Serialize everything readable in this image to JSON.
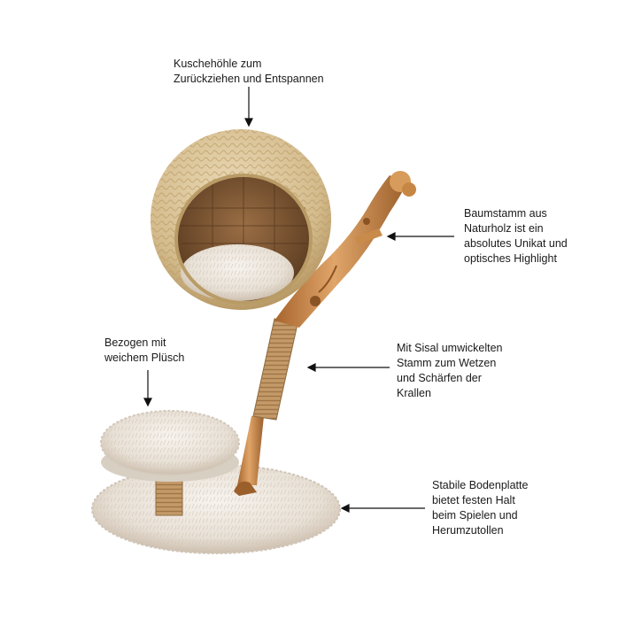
{
  "callouts": {
    "cave": {
      "lines": [
        "Kuschehöhle zum",
        "Zurückziehen und Entspannen"
      ]
    },
    "trunk": {
      "lines": [
        "Baumstamm aus",
        "Naturholz ist ein",
        "absolutes Unikat und",
        "optisches Highlight"
      ]
    },
    "plush": {
      "lines": [
        "Bezogen mit",
        "weichem Plüsch"
      ]
    },
    "sisal": {
      "lines": [
        "Mit Sisal umwickelten",
        "Stamm zum Wetzen",
        "und Schärfen der",
        "Krallen"
      ]
    },
    "base": {
      "lines": [
        "Stabile Bodenplatte",
        "bietet festen Halt",
        "beim Spielen und",
        "Herumzutollen"
      ]
    }
  },
  "colors": {
    "background": "#ffffff",
    "text": "#1a1a1a",
    "arrow": "#111111",
    "plush": "#ece6de",
    "plush_shadow": "#cfc5b8",
    "weave": "#d8c39a",
    "weave_dark": "#b99b66",
    "wood": "#c98b4a",
    "wood_dark": "#9b5f2b",
    "sisal": "#b98d5c"
  }
}
